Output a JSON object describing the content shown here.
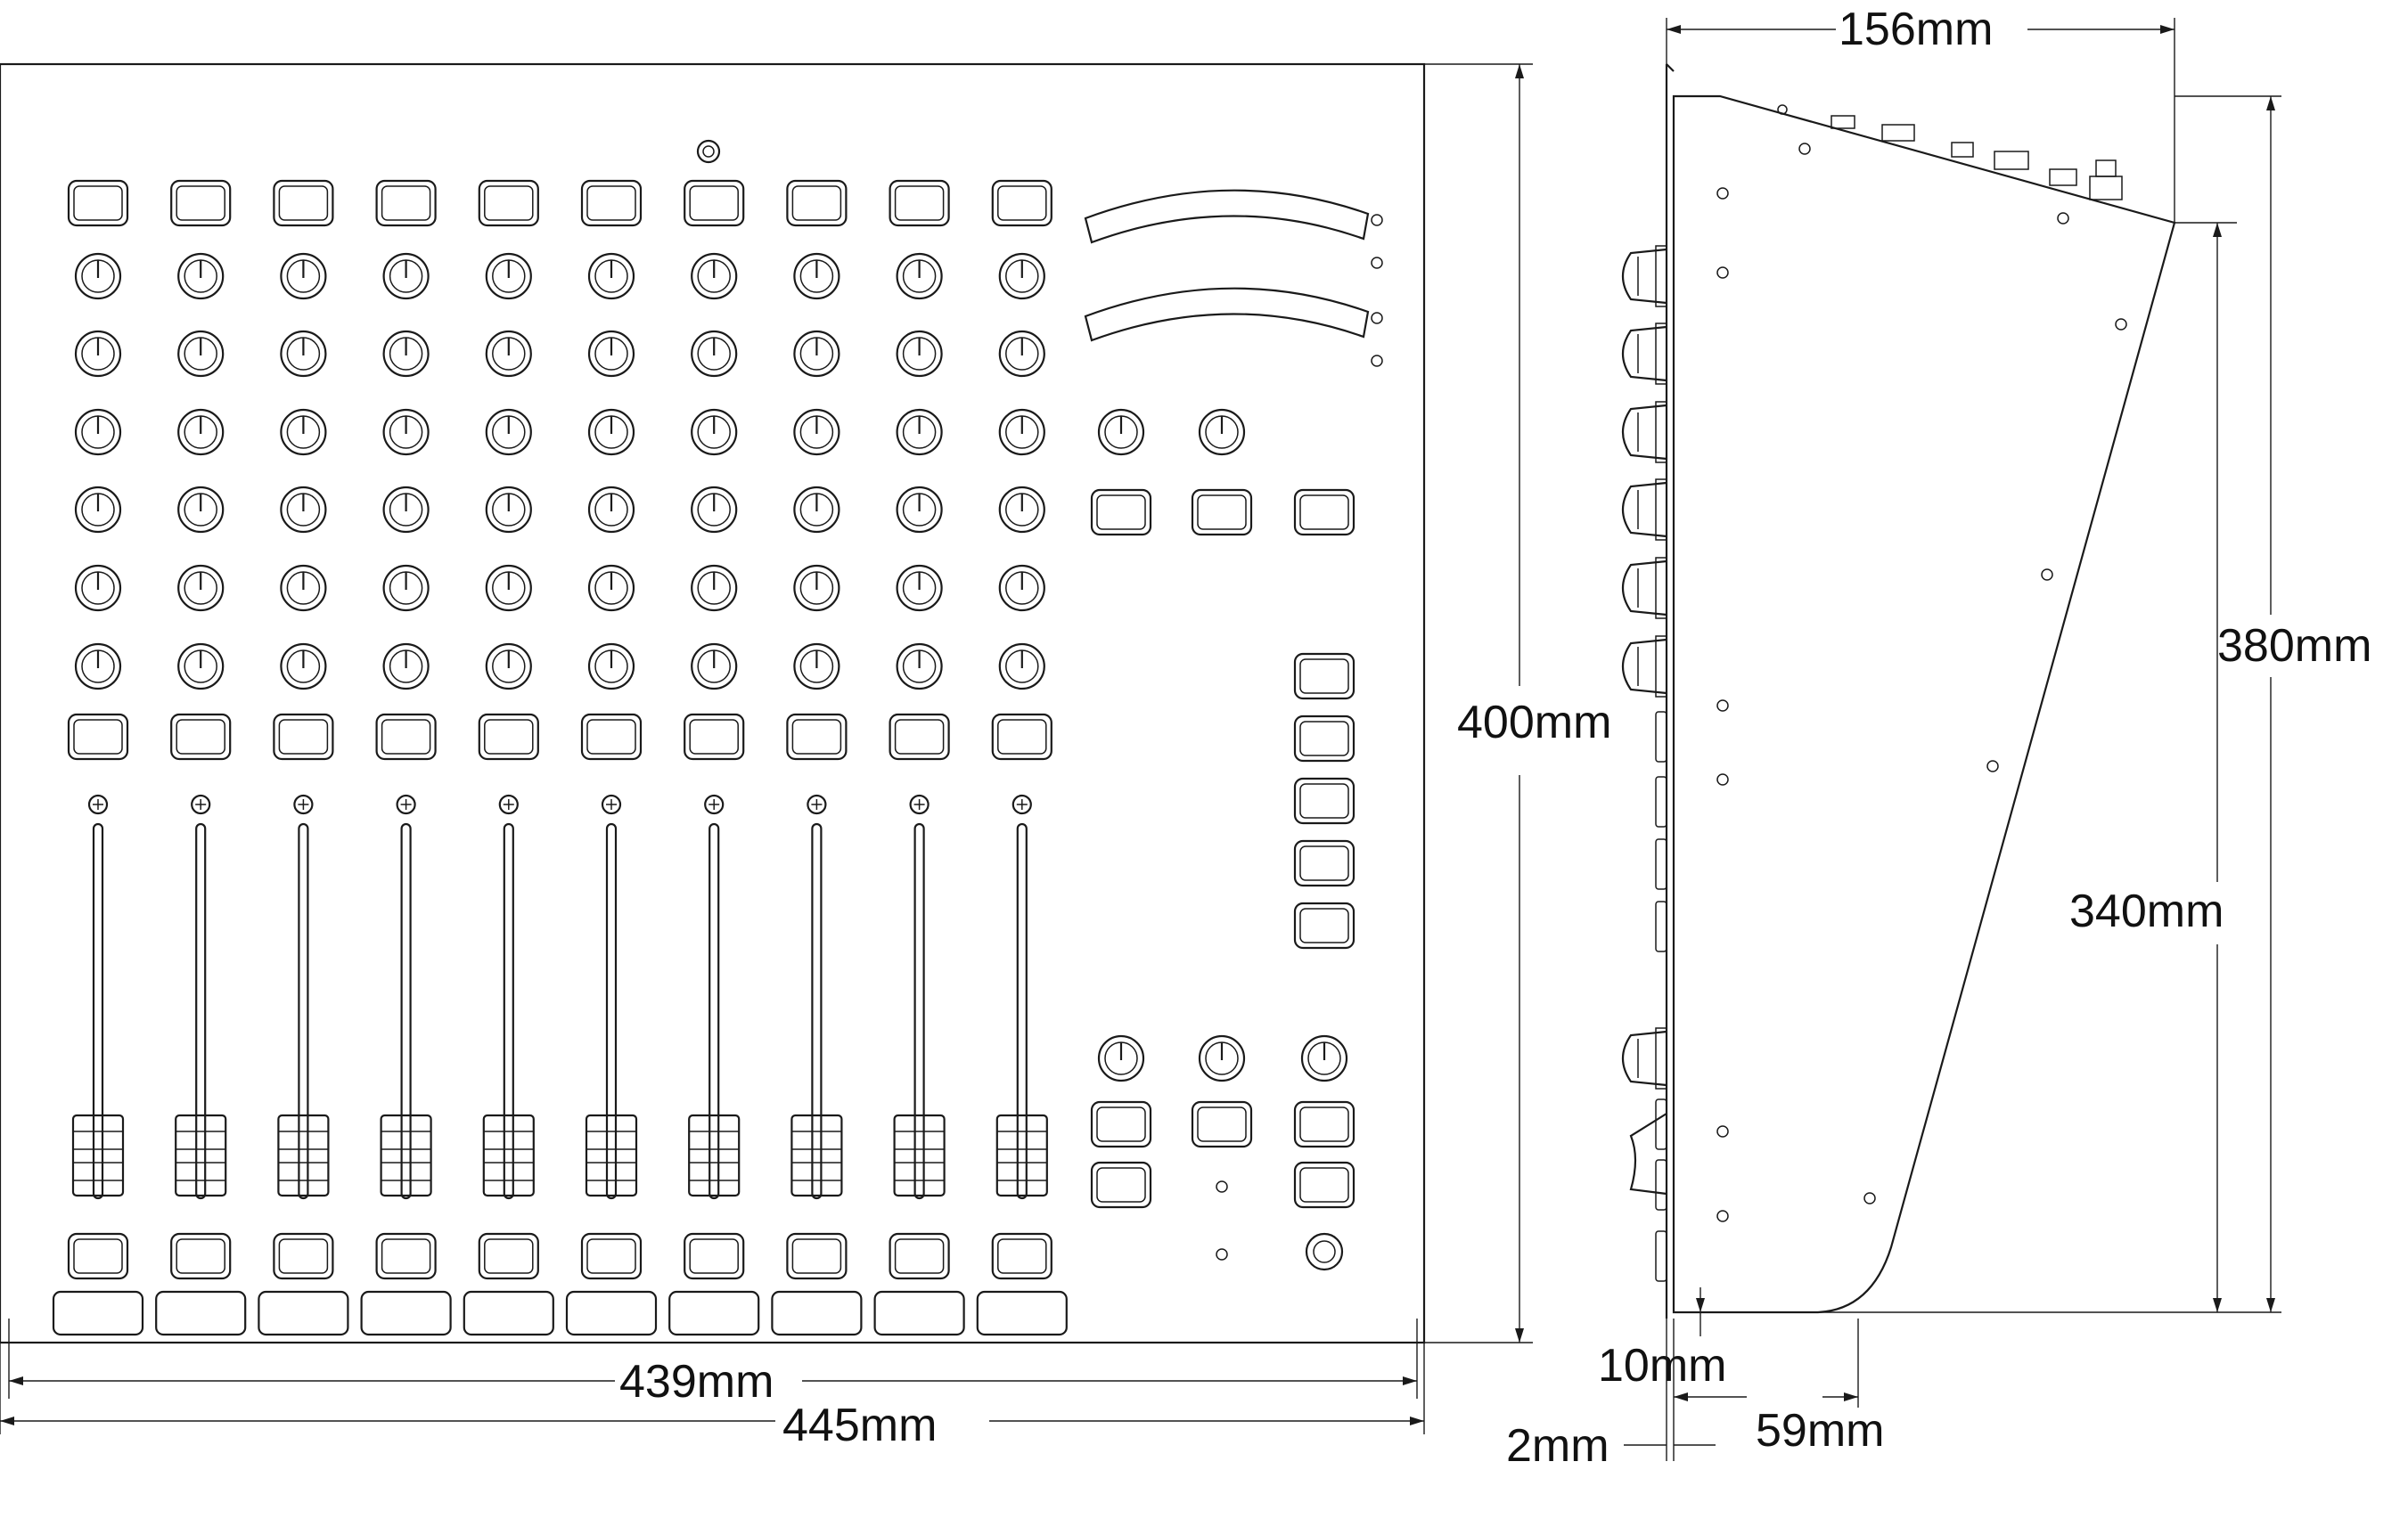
{
  "dimensions": {
    "front_width_inner": "439mm",
    "front_width_outer": "445mm",
    "front_height": "400mm",
    "side_depth": "156mm",
    "side_height_total": "380mm",
    "side_height_front": "340mm",
    "side_base_offset": "10mm",
    "side_panel_thickness": "2mm",
    "side_foot_depth": "59mm"
  },
  "front_panel": {
    "channel_count": 10,
    "knob_rows": 6
  }
}
